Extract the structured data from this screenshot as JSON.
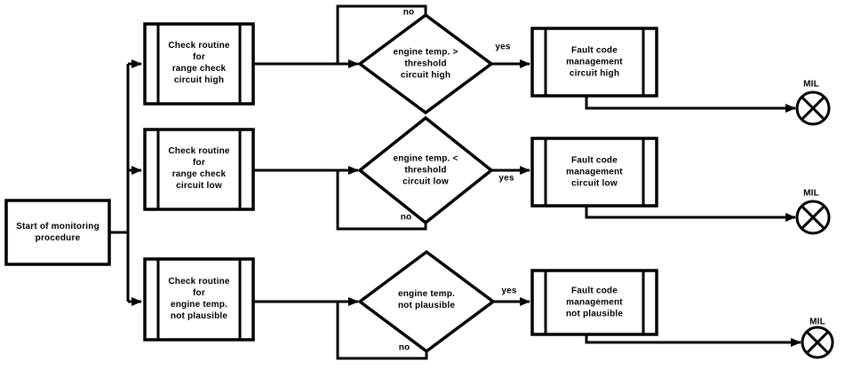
{
  "colors": {
    "line": "#000000",
    "background": "#ffffff"
  },
  "flowchart": {
    "start": {
      "label": "Start of monitoring\nprocedure"
    },
    "branches": [
      {
        "check_label": "Check routine\nfor\nrange check\ncircuit high",
        "decision_label": "engine temp. >\nthreshold\ncircuit high",
        "no_label": "no",
        "yes_label": "yes",
        "fault_label": "Fault code\nmanagement\ncircuit high",
        "lamp_label": "MIL"
      },
      {
        "check_label": "Check routine\nfor\nrange check\ncircuit low",
        "decision_label": "engine temp. <\nthreshold\ncircuit low",
        "no_label": "no",
        "yes_label": "yes",
        "fault_label": "Fault code\nmanagement\ncircuit low",
        "lamp_label": "MIL"
      },
      {
        "check_label": "Check routine\nfor\nengine temp.\nnot plausible",
        "decision_label": "engine temp.\nnot plausible",
        "no_label": "no",
        "yes_label": "yes",
        "fault_label": "Fault code\nmanagement\nnot plausible",
        "lamp_label": "MIL"
      }
    ]
  }
}
